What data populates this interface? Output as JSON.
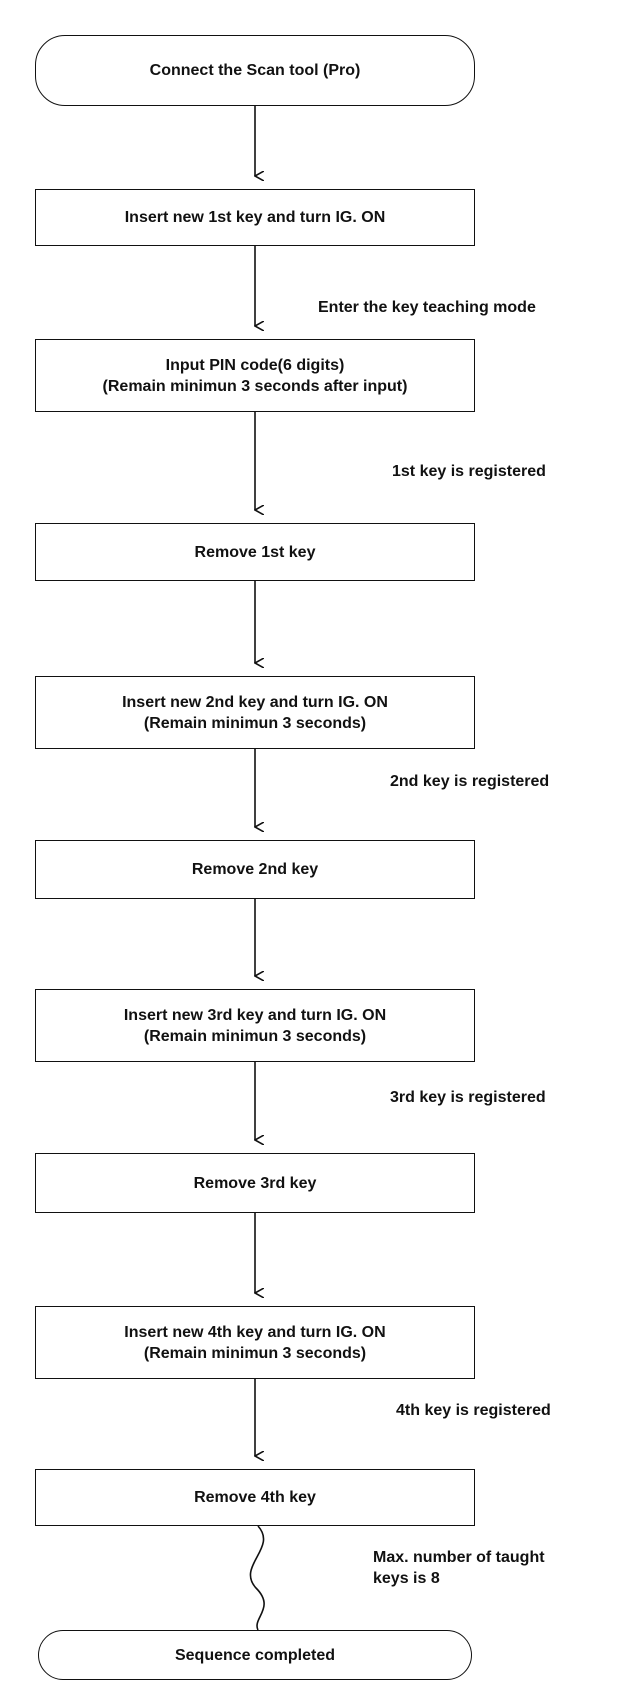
{
  "flowchart": {
    "start": "Connect the Scan tool (Pro)",
    "steps": [
      {
        "lines": [
          "Insert new 1st key and turn IG. ON"
        ]
      },
      {
        "lines": [
          "Input PIN code(6 digits)",
          "(Remain minimun 3 seconds after input)"
        ]
      },
      {
        "lines": [
          "Remove 1st key"
        ]
      },
      {
        "lines": [
          "Insert new 2nd key and turn IG. ON",
          "(Remain minimun 3 seconds)"
        ]
      },
      {
        "lines": [
          "Remove 2nd key"
        ]
      },
      {
        "lines": [
          "Insert new 3rd key and turn IG. ON",
          "(Remain minimun 3 seconds)"
        ]
      },
      {
        "lines": [
          "Remove 3rd key"
        ]
      },
      {
        "lines": [
          "Insert new 4th key and turn IG. ON",
          "(Remain minimun 3 seconds)"
        ]
      },
      {
        "lines": [
          "Remove 4th key"
        ]
      }
    ],
    "end": "Sequence completed",
    "notes": {
      "teaching_mode": "Enter the key teaching mode",
      "key1_registered": "1st key is registered",
      "key2_registered": "2nd key is registered",
      "key3_registered": "3rd key is registered",
      "key4_registered": "4th key is registered",
      "max_keys_line1": "Max. number of taught",
      "max_keys_line2": "keys is 8"
    }
  }
}
